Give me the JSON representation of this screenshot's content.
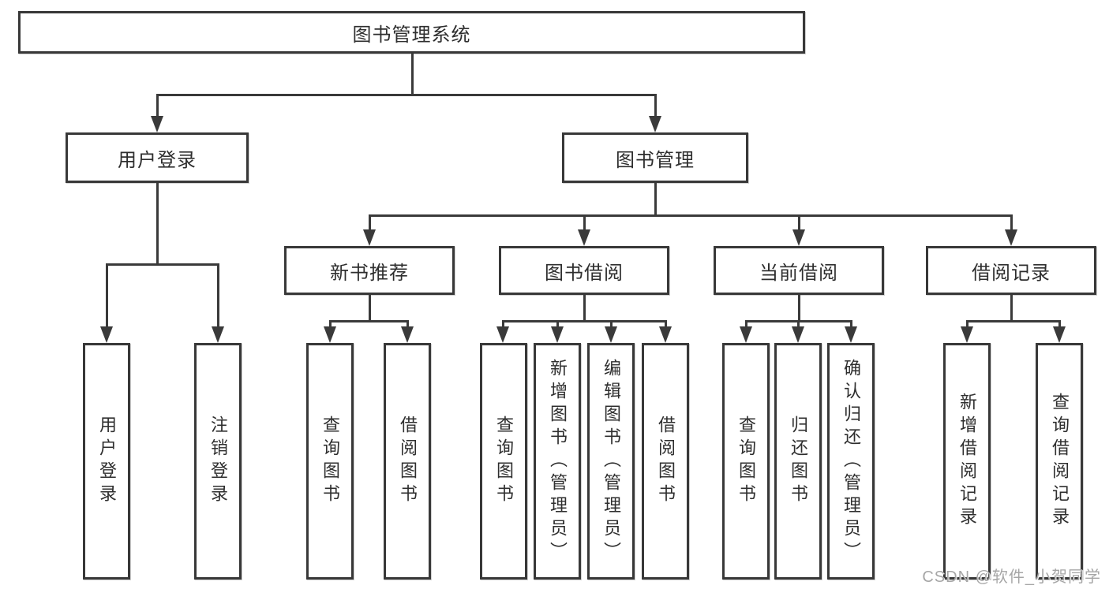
{
  "nodes": {
    "root": {
      "label": "图书管理系统"
    },
    "level2": [
      {
        "label": "用户登录",
        "children": [
          "用户登录",
          "注销登录"
        ]
      },
      {
        "label": "图书管理"
      }
    ],
    "level3": [
      {
        "label": "新书推荐",
        "children": [
          "查询图书",
          "借阅图书"
        ]
      },
      {
        "label": "图书借阅",
        "children": [
          "查询图书",
          "新增图书（管理员）",
          "编辑图书（管理员）",
          "借阅图书"
        ]
      },
      {
        "label": "当前借阅",
        "children": [
          "查询图书",
          "归还图书",
          "确认归还（管理员）"
        ]
      },
      {
        "label": "借阅记录",
        "children": [
          "新增借阅记录",
          "查询借阅记录"
        ]
      }
    ]
  },
  "watermark": "CSDN @软件_小贺同学",
  "colors": {
    "line": "#3a3a3a",
    "border": "#383838",
    "text": "#2e2e2e",
    "watermark": "#a6a6a6",
    "background": "#ffffff"
  }
}
